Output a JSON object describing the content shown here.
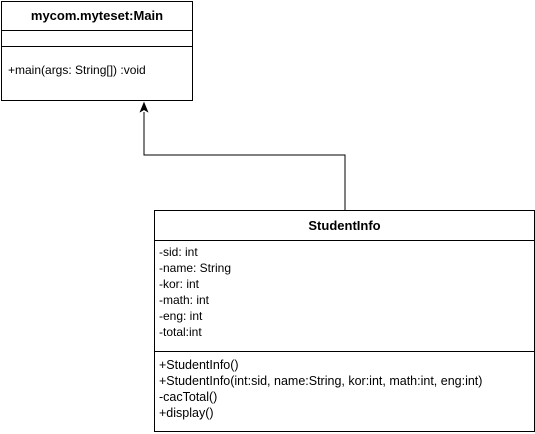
{
  "main_class": {
    "name": "mycom.myteset:Main",
    "attributes": [],
    "operations": [
      "+main(args: String[]) :void"
    ]
  },
  "student_class": {
    "name": "StudentInfo",
    "attributes": [
      "-sid: int",
      "-name: String",
      "-kor: int",
      "-math: int",
      "-eng: int",
      "-total:int"
    ],
    "operations": [
      "+StudentInfo()",
      "+StudentInfo(int:sid, name:String, kor:int, math:int, eng:int)",
      "-cacTotal()",
      "+display()"
    ]
  },
  "relationship": {
    "type": "association-arrow",
    "from": "StudentInfo",
    "to": "mycom.myteset:Main",
    "line_color": "#000000"
  }
}
